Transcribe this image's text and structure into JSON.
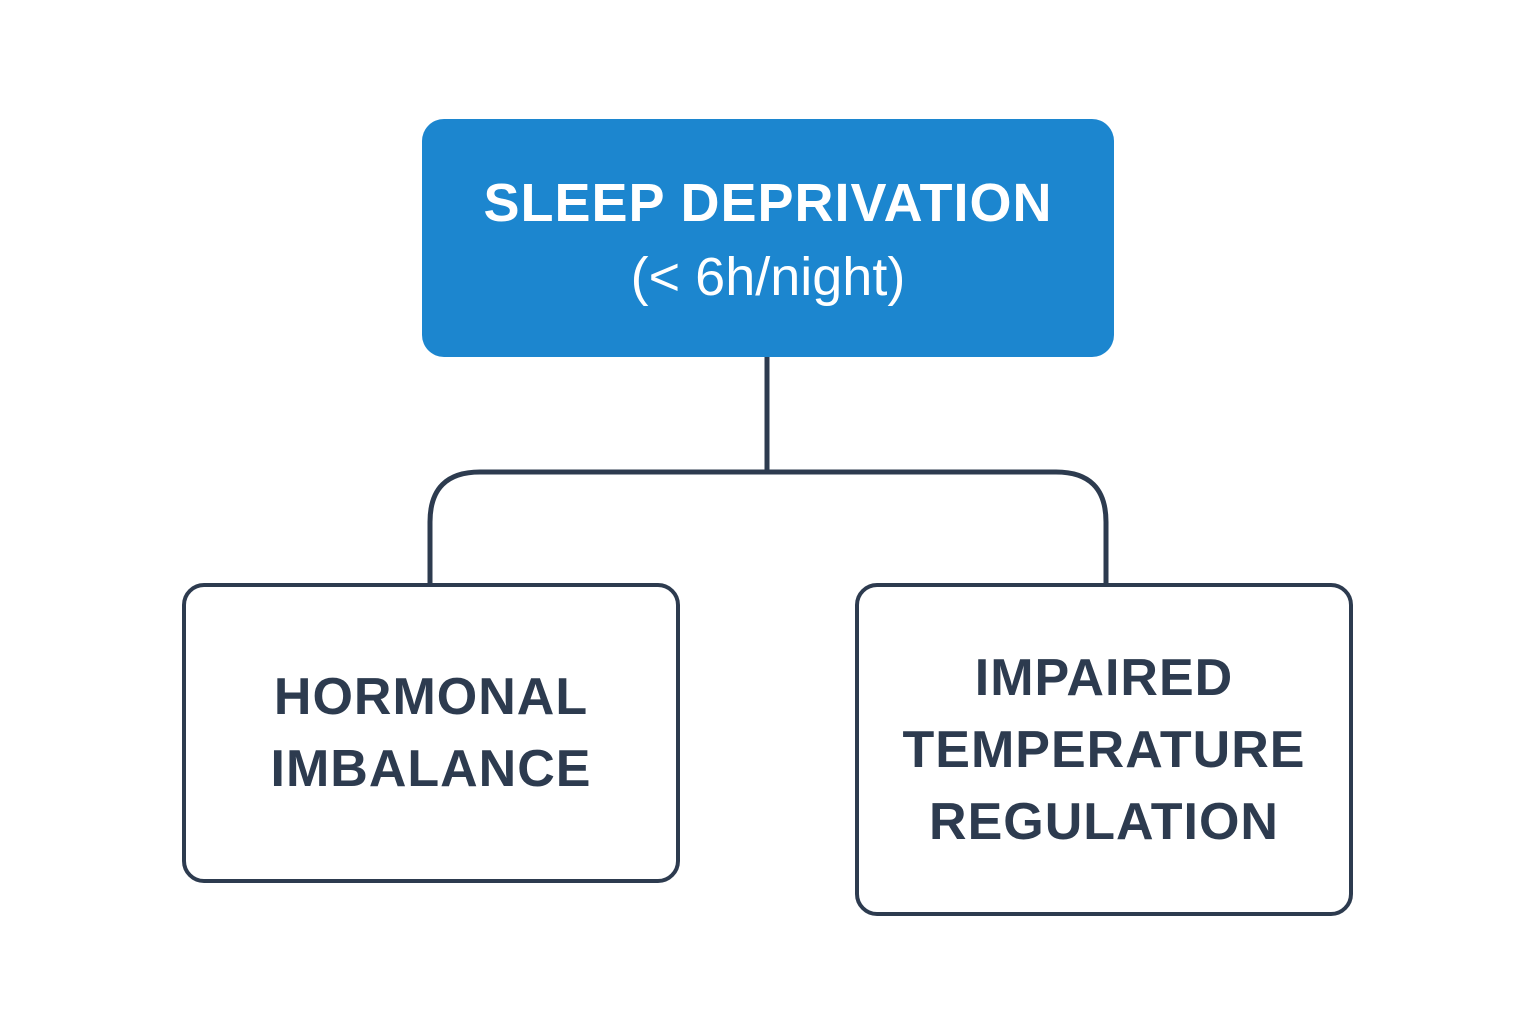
{
  "diagram": {
    "root": {
      "line1": "SLEEP DEPRIVATION",
      "line2": "(< 6h/night)"
    },
    "children": [
      {
        "line1": "HORMONAL",
        "line2": "IMBALANCE"
      },
      {
        "line1": "IMPAIRED",
        "line2": "TEMPERATURE",
        "line3": "REGULATION"
      }
    ]
  },
  "colors": {
    "root_fill": "#1c86cf",
    "root_text": "#ffffff",
    "outline": "#2d3b4f",
    "background": "#ffffff"
  }
}
